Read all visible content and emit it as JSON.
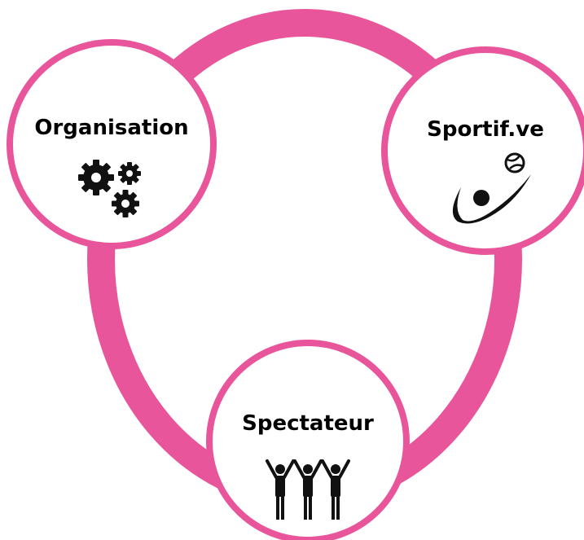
{
  "diagram": {
    "accent_color": "#e8559a",
    "nodes": [
      {
        "id": "organisation",
        "label": "Organisation",
        "icon": "gears-icon"
      },
      {
        "id": "sportif",
        "label": "Sportif.ve",
        "icon": "volleyball-player-icon"
      },
      {
        "id": "spectateur",
        "label": "Spectateur",
        "icon": "cheering-crowd-icon"
      }
    ]
  }
}
